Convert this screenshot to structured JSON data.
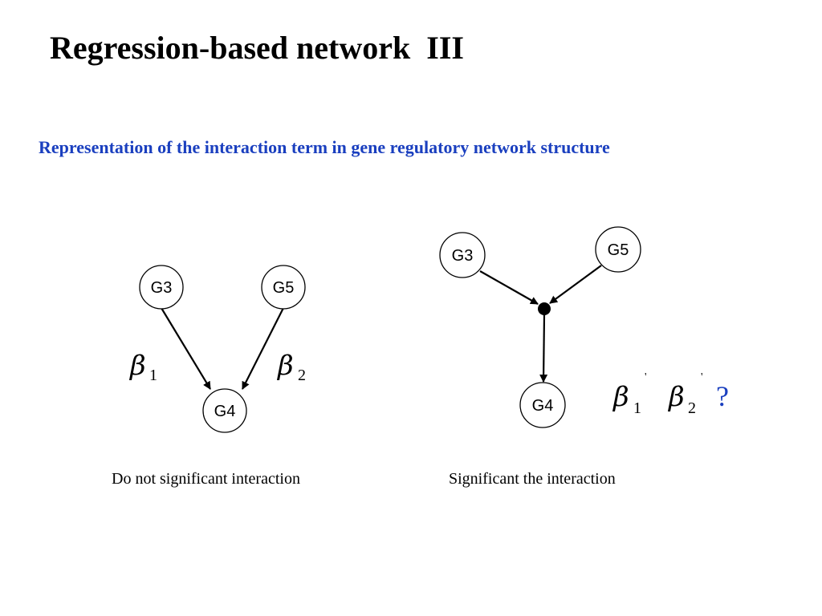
{
  "slide": {
    "title": "Regression-based network  III",
    "subtitle": "Representation of the interaction term in gene regulatory network structure",
    "subtitle_color": "#1a3fbf"
  },
  "left_diagram": {
    "nodes": {
      "top_left": "G3",
      "top_right": "G5",
      "bottom": "G4"
    },
    "coef1": {
      "symbol": "β",
      "sub": "1"
    },
    "coef2": {
      "symbol": "β",
      "sub": "2"
    },
    "caption": "Do not significant interaction"
  },
  "right_diagram": {
    "nodes": {
      "top_left": "G3",
      "top_right": "G5",
      "bottom": "G4"
    },
    "coef1": {
      "symbol": "β",
      "sub": "1",
      "prime": "'"
    },
    "coef2": {
      "symbol": "β",
      "sub": "2",
      "prime": "'"
    },
    "question": "?",
    "question_color": "#1a3fbf",
    "caption": "Significant the interaction"
  }
}
